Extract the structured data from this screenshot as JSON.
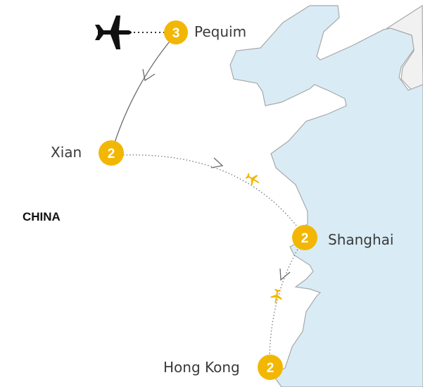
{
  "country": "CHINA",
  "colors": {
    "sea": "#d9ecf6",
    "coast": "#a8a8a8",
    "marker": "#f2b705",
    "route": "#6b6b6b",
    "plane": "#f2b705"
  },
  "stops": [
    {
      "name": "Pequim",
      "nights": "3"
    },
    {
      "name": "Xian",
      "nights": "2"
    },
    {
      "name": "Shanghai",
      "nights": "2"
    },
    {
      "name": "Hong Kong",
      "nights": "2"
    }
  ],
  "icons": {
    "arrival": "airplane-icon",
    "flight": "airplane-icon"
  }
}
